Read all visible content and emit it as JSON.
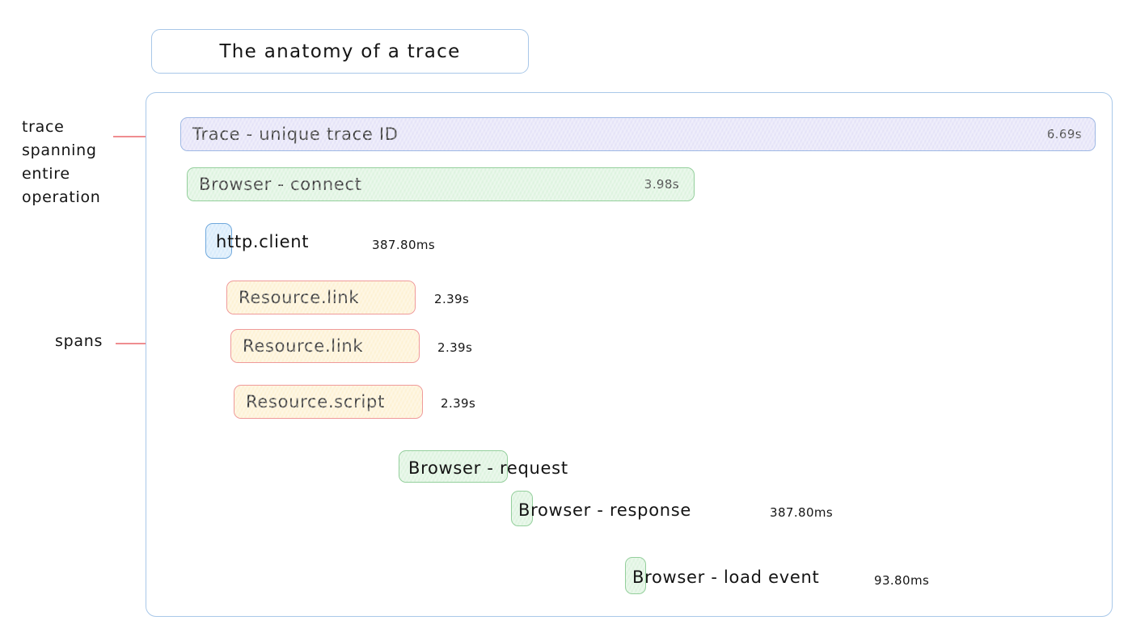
{
  "title": {
    "text": "The anatomy of a trace"
  },
  "annotations": [
    {
      "name": "trace-annotation",
      "text": "trace\nspanning\nentire\noperation"
    },
    {
      "name": "spans-annotation",
      "text": "spans"
    }
  ],
  "colors": {
    "trace_fill": "#e2e0f7",
    "trace_border": "#9fb8e4",
    "browser_fill": "#daf2dc",
    "browser_border": "#94cf9c",
    "http_fill": "#d3e9fb",
    "http_border": "#6fa8dc",
    "resource_fill": "#fdf0cf",
    "resource_border": "#ef9a9a",
    "container_border": "#a9c8e9",
    "annotation_line": "#ef8d90"
  },
  "spans": [
    {
      "name": "span-trace",
      "label": "Trace - unique trace ID",
      "duration": "6.69s",
      "kind": "trace",
      "duration_inside": true,
      "label_inside": true
    },
    {
      "name": "span-browser-connect",
      "label": "Browser - connect",
      "duration": "3.98s",
      "kind": "browser",
      "duration_inside": true,
      "label_inside": true
    },
    {
      "name": "span-http-client",
      "label": "http.client",
      "duration": "387.80ms",
      "kind": "http",
      "duration_inside": false,
      "label_inside": false
    },
    {
      "name": "span-resource-link-1",
      "label": "Resource.link",
      "duration": "2.39s",
      "kind": "resource",
      "duration_inside": false,
      "label_inside": true
    },
    {
      "name": "span-resource-link-2",
      "label": "Resource.link",
      "duration": "2.39s",
      "kind": "resource",
      "duration_inside": false,
      "label_inside": true
    },
    {
      "name": "span-resource-script",
      "label": "Resource.script",
      "duration": "2.39s",
      "kind": "resource",
      "duration_inside": false,
      "label_inside": true
    },
    {
      "name": "span-browser-request",
      "label": "Browser - request",
      "duration": "",
      "kind": "browser",
      "duration_inside": false,
      "label_inside": false
    },
    {
      "name": "span-browser-response",
      "label": "Browser - response",
      "duration": "387.80ms",
      "kind": "browser",
      "duration_inside": false,
      "label_inside": false
    },
    {
      "name": "span-browser-load-event",
      "label": "Browser - load event",
      "duration": "93.80ms",
      "kind": "browser",
      "duration_inside": false,
      "label_inside": false
    }
  ]
}
